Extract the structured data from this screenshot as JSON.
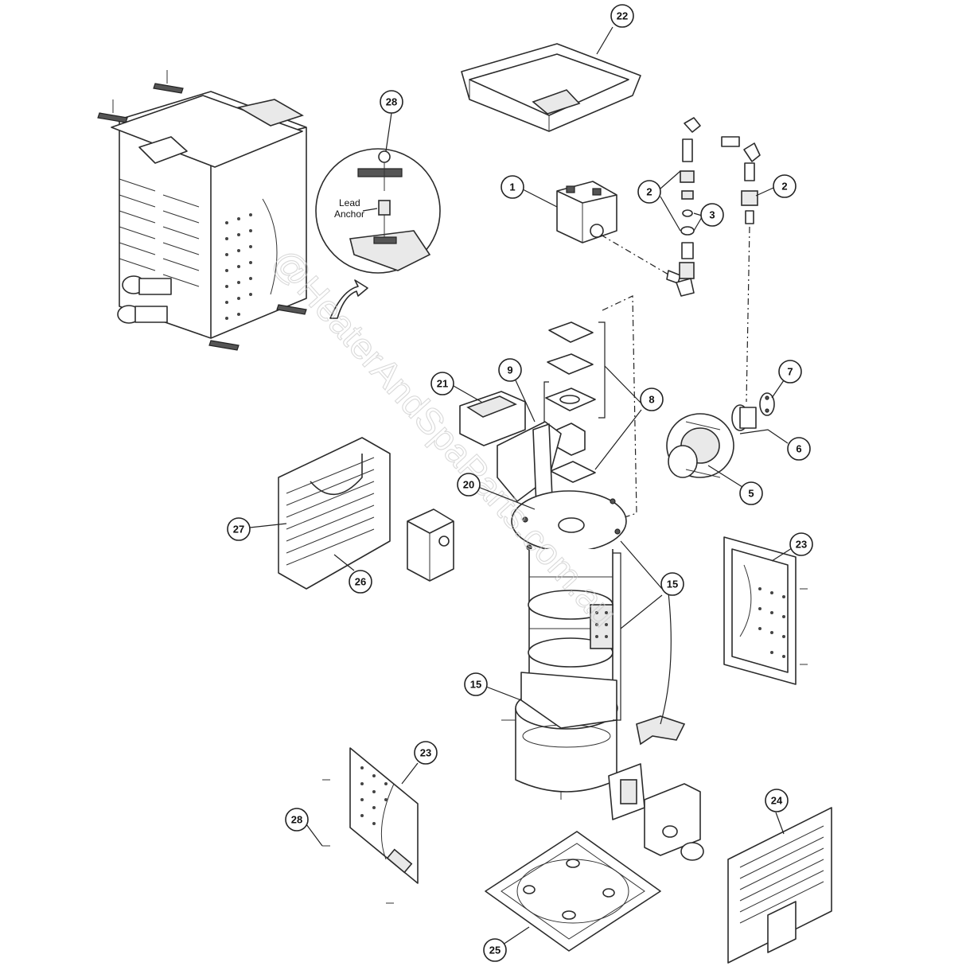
{
  "diagram": {
    "callouts": [
      {
        "id": "c-22",
        "label": "22"
      },
      {
        "id": "c-28-top",
        "label": "28"
      },
      {
        "id": "c-1",
        "label": "1"
      },
      {
        "id": "c-2a",
        "label": "2"
      },
      {
        "id": "c-2b",
        "label": "2"
      },
      {
        "id": "c-3",
        "label": "3"
      },
      {
        "id": "c-7",
        "label": "7"
      },
      {
        "id": "c-6",
        "label": "6"
      },
      {
        "id": "c-5",
        "label": "5"
      },
      {
        "id": "c-8",
        "label": "8"
      },
      {
        "id": "c-9",
        "label": "9"
      },
      {
        "id": "c-21",
        "label": "21"
      },
      {
        "id": "c-20",
        "label": "20"
      },
      {
        "id": "c-27",
        "label": "27"
      },
      {
        "id": "c-26",
        "label": "26"
      },
      {
        "id": "c-23-right",
        "label": "23"
      },
      {
        "id": "c-15-right",
        "label": "15"
      },
      {
        "id": "c-15-left",
        "label": "15"
      },
      {
        "id": "c-23-left",
        "label": "23"
      },
      {
        "id": "c-28-bottom",
        "label": "28"
      },
      {
        "id": "c-24",
        "label": "24"
      },
      {
        "id": "c-25",
        "label": "25"
      }
    ],
    "detail_label": [
      "Lead",
      "Anchor"
    ],
    "watermark": "@HeaterAndSpaParts.com.au"
  }
}
